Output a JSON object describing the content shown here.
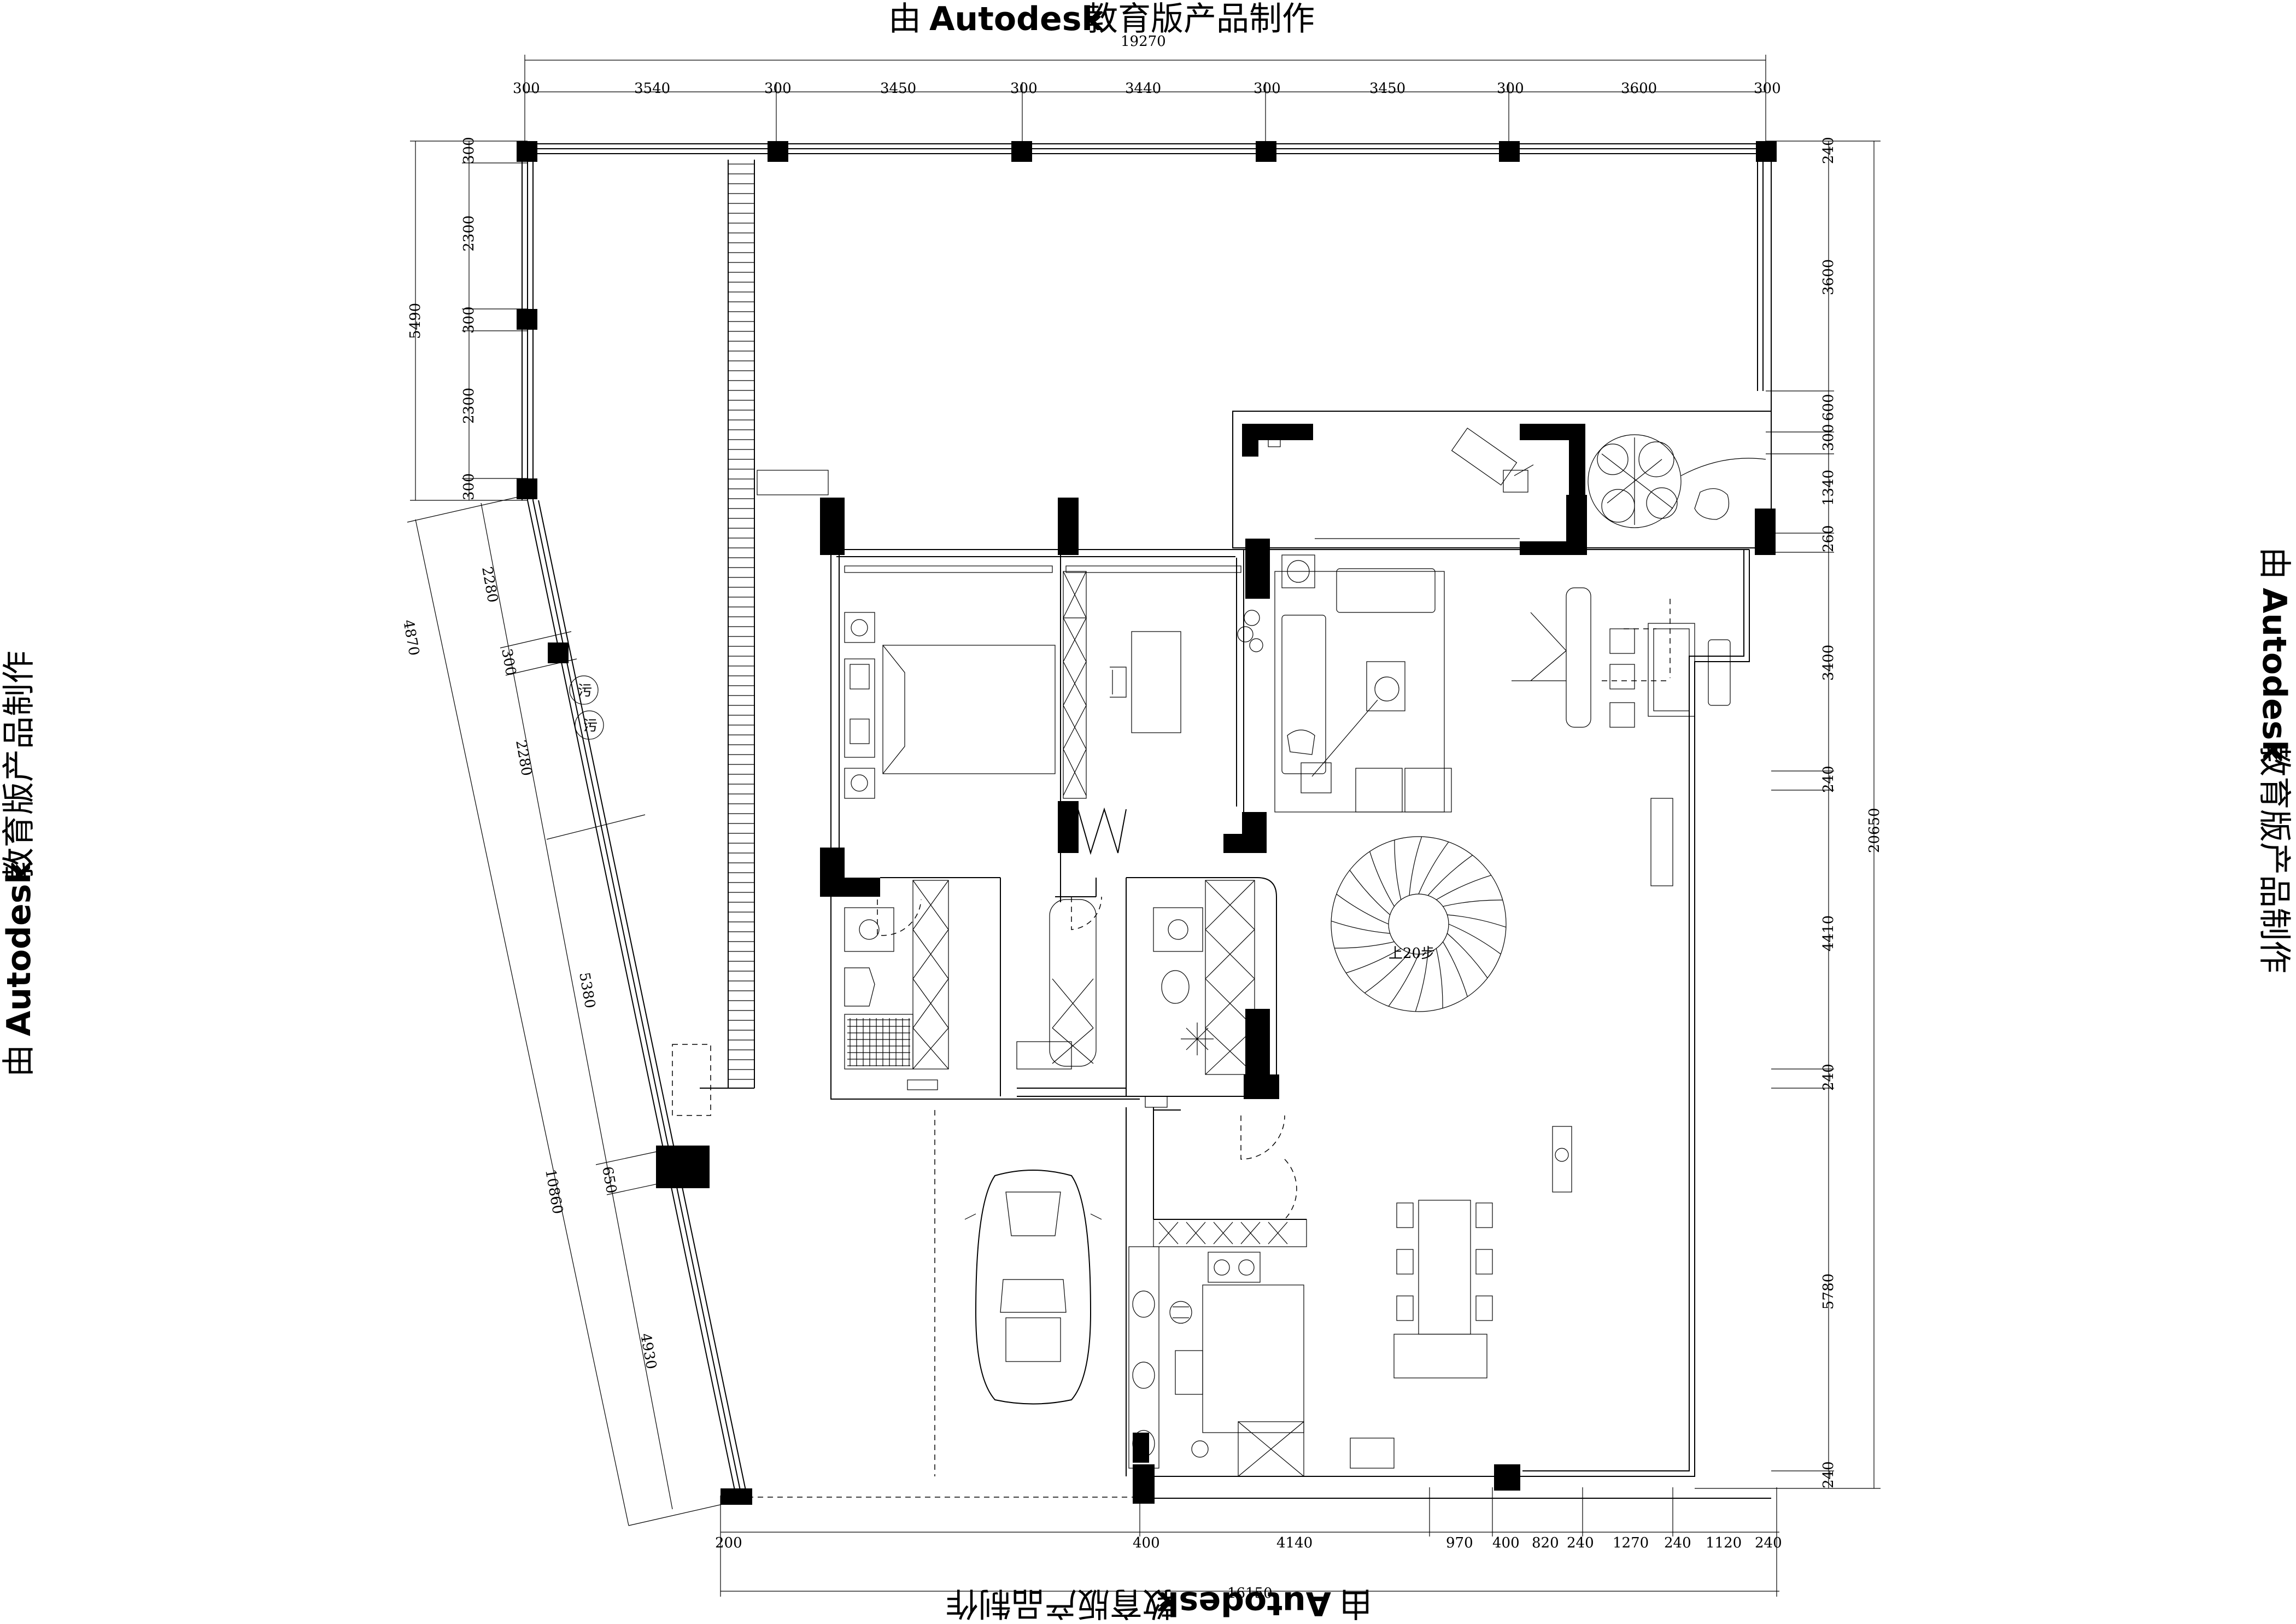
{
  "watermark": {
    "prefix": "由",
    "brand": "Autodesk",
    "suffix": "教育版产品制作"
  },
  "dimensions": {
    "top_total": "19270",
    "top_segments": [
      "300",
      "3540",
      "300",
      "3450",
      "300",
      "3440",
      "300",
      "3450",
      "300",
      "3600",
      "300"
    ],
    "left_total": "5490",
    "left_segments": [
      "300",
      "2300",
      "300",
      "2300",
      "300"
    ],
    "right_total": "20650",
    "right_segments": [
      "240",
      "3600",
      "600",
      "300",
      "1340",
      "260",
      "3400",
      "240",
      "4410",
      "240",
      "5780",
      "240"
    ],
    "bottom_total": "16150",
    "bottom_segments": [
      "200",
      "400",
      "4140",
      "970",
      "400",
      "820",
      "240",
      "1270",
      "240",
      "1120",
      "240"
    ],
    "slant_outer_total": "10860",
    "slant_upper_total": "4870",
    "slant_segments": [
      "2280",
      "300",
      "2280",
      "5380",
      "650",
      "4930"
    ]
  },
  "labels": {
    "sewer_1": "污",
    "sewer_2": "污",
    "stair_note": "上20步"
  }
}
